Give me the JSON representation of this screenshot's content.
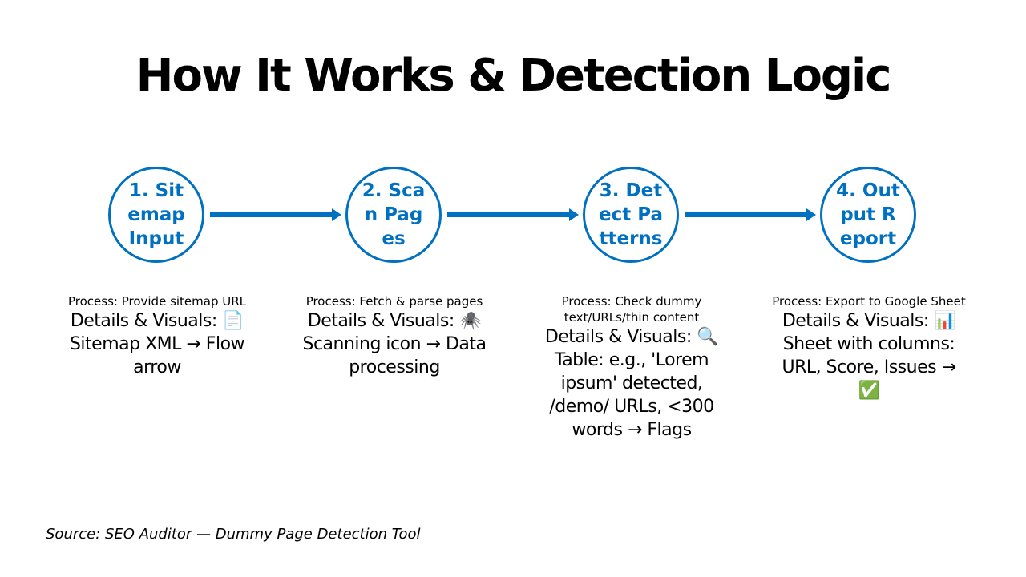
{
  "title": "How It Works & Detection Logic",
  "colors": {
    "accent": "#0070C0",
    "text": "#000000",
    "background": "#ffffff"
  },
  "steps": [
    {
      "label": "1. Sitemap Input",
      "process": "Process: Provide sitemap URL",
      "details": "Details & Visuals: 📄 Sitemap XML → Flow arrow"
    },
    {
      "label": "2. Scan Pages",
      "process": "Process: Fetch & parse pages",
      "details": "Details & Visuals: 🕷️ Scanning icon → Data processing"
    },
    {
      "label": "3. Detect Patterns",
      "process": "Process: Check dummy text/URLs/thin content",
      "details": "Details & Visuals: 🔍 Table: e.g., 'Lorem ipsum' detected, /demo/ URLs, <300 words → Flags"
    },
    {
      "label": "4. Output Report",
      "process": "Process: Export to Google Sheet",
      "details": "Details & Visuals: 📊 Sheet with columns: URL, Score, Issues → ✅"
    }
  ],
  "source": "Source: SEO Auditor — Dummy Page Detection Tool"
}
